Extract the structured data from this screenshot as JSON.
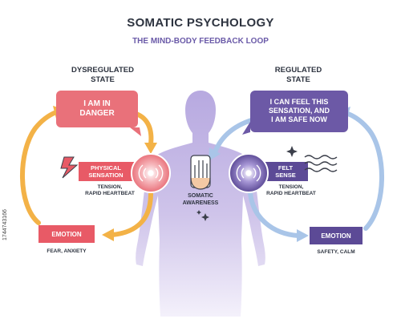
{
  "title": "SOMATIC PSYCHOLOGY",
  "subtitle": "THE MIND-BODY FEEDBACK LOOP",
  "left": {
    "state_line1": "DYSREGULATED",
    "state_line2": "STATE",
    "bubble_line1": "I AM IN",
    "bubble_line2": "DANGER",
    "physical_line1": "PHYSICAL",
    "physical_line2": "SENSATION",
    "physical_note_line1": "TENSION,",
    "physical_note_line2": "RAPID HEARTBEAT",
    "emotion_label": "EMOTION",
    "emotion_note": "FEAR, ANXIETY"
  },
  "right": {
    "state_line1": "REGULATED",
    "state_line2": "STATE",
    "bubble_line1": "I CAN FEEL THIS",
    "bubble_line2": "SENSATION, AND",
    "bubble_line3": "I AM SAFE NOW",
    "felt_line1": "FELT",
    "felt_line2": "SENSE",
    "felt_note_line1": "TENSION,",
    "felt_note_line2": "RAPID HEARTBEAT",
    "emotion_label": "EMOTION",
    "emotion_note": "SAFETY, CALM"
  },
  "center": {
    "awareness_line1": "SOMATIC",
    "awareness_line2": "AWARENESS"
  },
  "stock_id": "1744743166",
  "colors": {
    "danger_red": "#e9717a",
    "danger_box": "#e85a66",
    "calm_purple": "#6c59a6",
    "calm_box": "#5c4a96",
    "arrow_orange": "#f3b247",
    "arrow_blue": "#a9c5e8",
    "silhouette": "#c9bfe6"
  },
  "icons": [
    "hand-stop-icon",
    "sound-waves-icon",
    "sparkle-icon",
    "lightning-icon",
    "wavy-lines-icon"
  ]
}
